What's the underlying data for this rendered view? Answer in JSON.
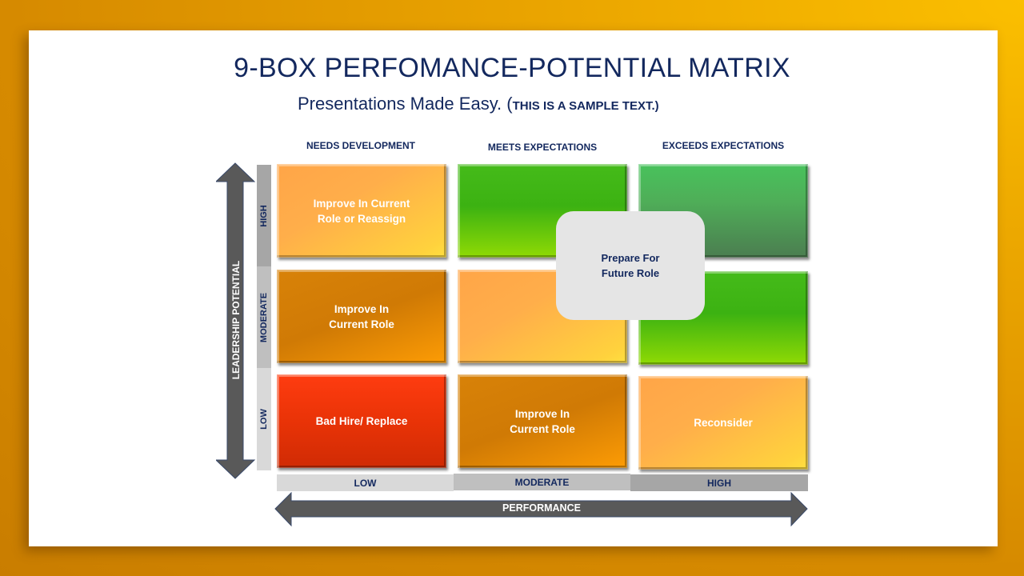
{
  "title": "9-BOX PERFOMANCE-POTENTIAL  MATRIX",
  "subtitle": {
    "main": "Presentations Made Easy. (",
    "small": "THIS IS A SAMPLE TEXT.)"
  },
  "columns": [
    {
      "label": "NEEDS DEVELOPMENT"
    },
    {
      "label": "MEETS EXPECTATIONS"
    },
    {
      "label": "EXCEEDS EXPECTATIONS"
    }
  ],
  "rows": [
    {
      "label": "HIGH"
    },
    {
      "label": "MODERATE"
    },
    {
      "label": "LOW"
    }
  ],
  "performance_levels": [
    {
      "label": "LOW"
    },
    {
      "label": "MODERATE"
    },
    {
      "label": "HIGH"
    }
  ],
  "boxes": [
    {
      "text": "Improve In Current\nRole or Reassign",
      "color": "#ffae4a"
    },
    {
      "text": "",
      "color": "#3cb212"
    },
    {
      "text": "",
      "color": "#4fae58"
    },
    {
      "text": "Improve In\nCurrent Role",
      "color": "#d88208"
    },
    {
      "text": "",
      "color": "#ffae4a"
    },
    {
      "text": "",
      "color": "#3cb212"
    },
    {
      "text": "Bad Hire/ Replace",
      "color": "#e93307"
    },
    {
      "text": "Improve In\nCurrent Role",
      "color": "#d88208"
    },
    {
      "text": "Reconsider",
      "color": "#ffae4a"
    }
  ],
  "callout": {
    "text": "Prepare For\nFuture Role"
  },
  "axes": {
    "y_label": "LEADERSHIP POTENTIAL",
    "x_label": "PERFORMANCE"
  },
  "colors": {
    "title": "#13285e",
    "arrow": "#595959",
    "band_light": "#d9d9d9",
    "band_mid": "#bfbfbf",
    "band_dark": "#a6a6a6"
  }
}
